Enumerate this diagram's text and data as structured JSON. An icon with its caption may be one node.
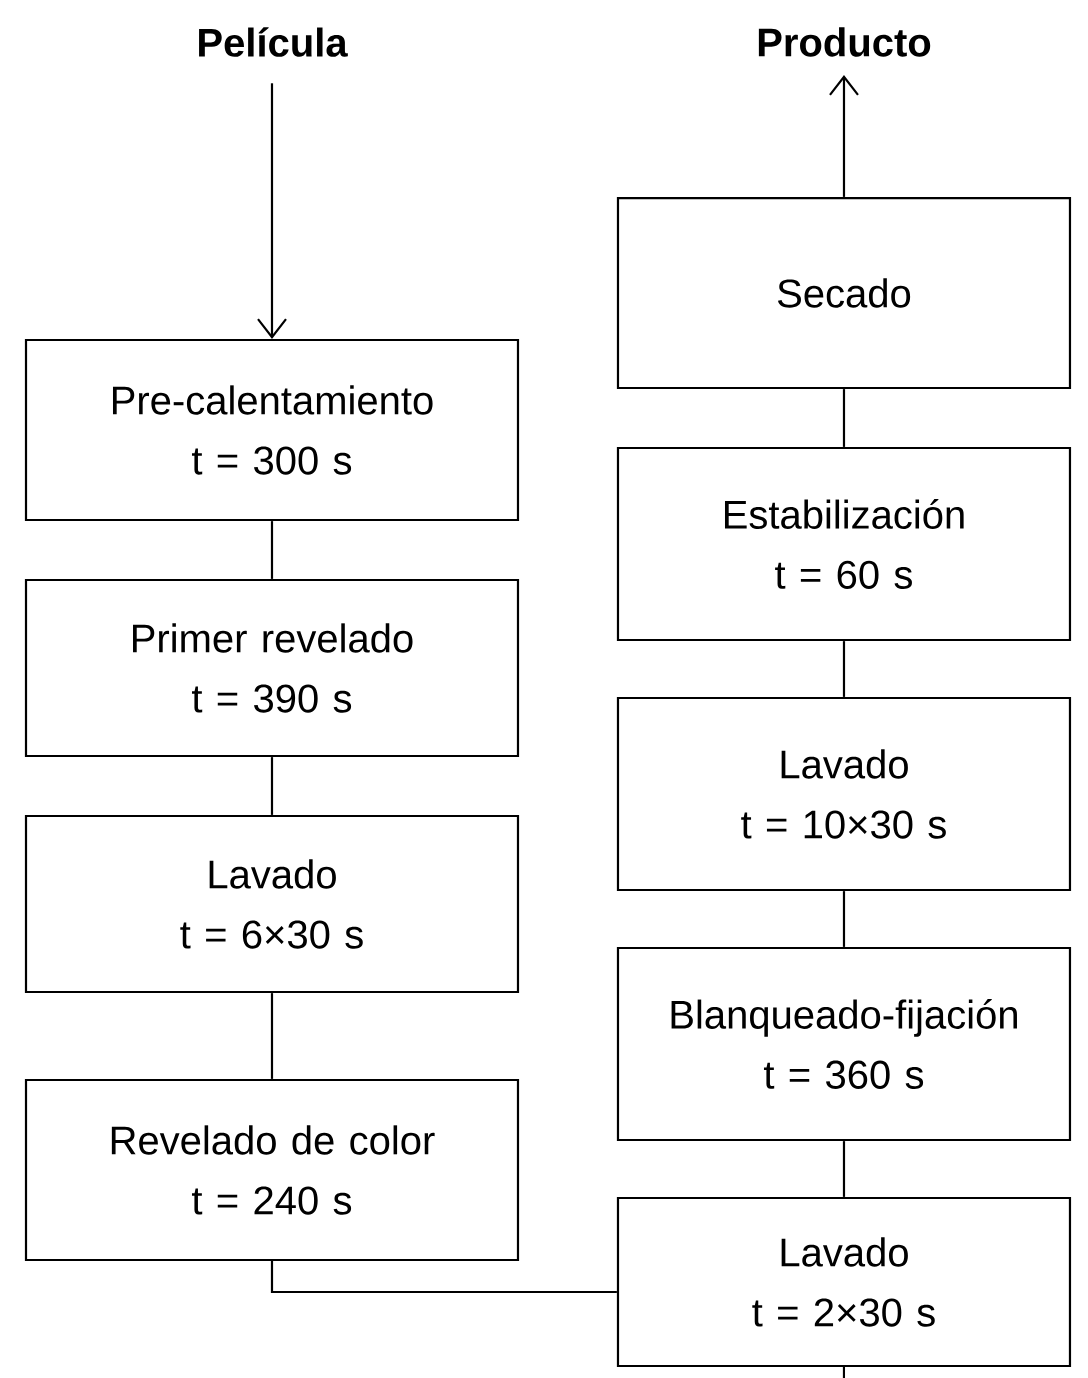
{
  "diagram": {
    "nodes": [
      {
        "text": [
          "Película"
        ]
      },
      {
        "text": [
          "Producto"
        ]
      },
      {
        "text": [
          "Pre-calentamiento",
          "t = 300 s"
        ]
      },
      {
        "text": [
          "Primer revelado",
          "t = 390 s"
        ]
      },
      {
        "text": [
          "Lavado",
          "t = 6×30 s"
        ]
      },
      {
        "text": [
          "Revelado de color",
          "t = 240 s"
        ]
      },
      {
        "text": [
          "Secado"
        ]
      },
      {
        "text": [
          "Estabilización",
          "t = 60 s"
        ]
      },
      {
        "text": [
          "Lavado",
          "t = 10×30 s"
        ]
      },
      {
        "text": [
          "Blanqueado-fijación",
          "t = 360 s"
        ]
      },
      {
        "text": [
          "Lavado",
          "t = 2×30 s"
        ]
      }
    ],
    "edges": [
      {
        "from": 0,
        "to": 2,
        "arrow": "to"
      },
      {
        "from": 2,
        "to": 3,
        "arrow": "none"
      },
      {
        "from": 3,
        "to": 4,
        "arrow": "none"
      },
      {
        "from": 4,
        "to": 5,
        "arrow": "none"
      },
      {
        "from": 5,
        "to": 10,
        "arrow": "none"
      },
      {
        "from": 10,
        "to": 9,
        "arrow": "none"
      },
      {
        "from": 9,
        "to": 8,
        "arrow": "none"
      },
      {
        "from": 8,
        "to": 7,
        "arrow": "none"
      },
      {
        "from": 7,
        "to": 6,
        "arrow": "none"
      },
      {
        "from": 6,
        "to": 1,
        "arrow": "to"
      },
      {
        "from": 10,
        "to": null,
        "arrow": "none"
      }
    ]
  }
}
